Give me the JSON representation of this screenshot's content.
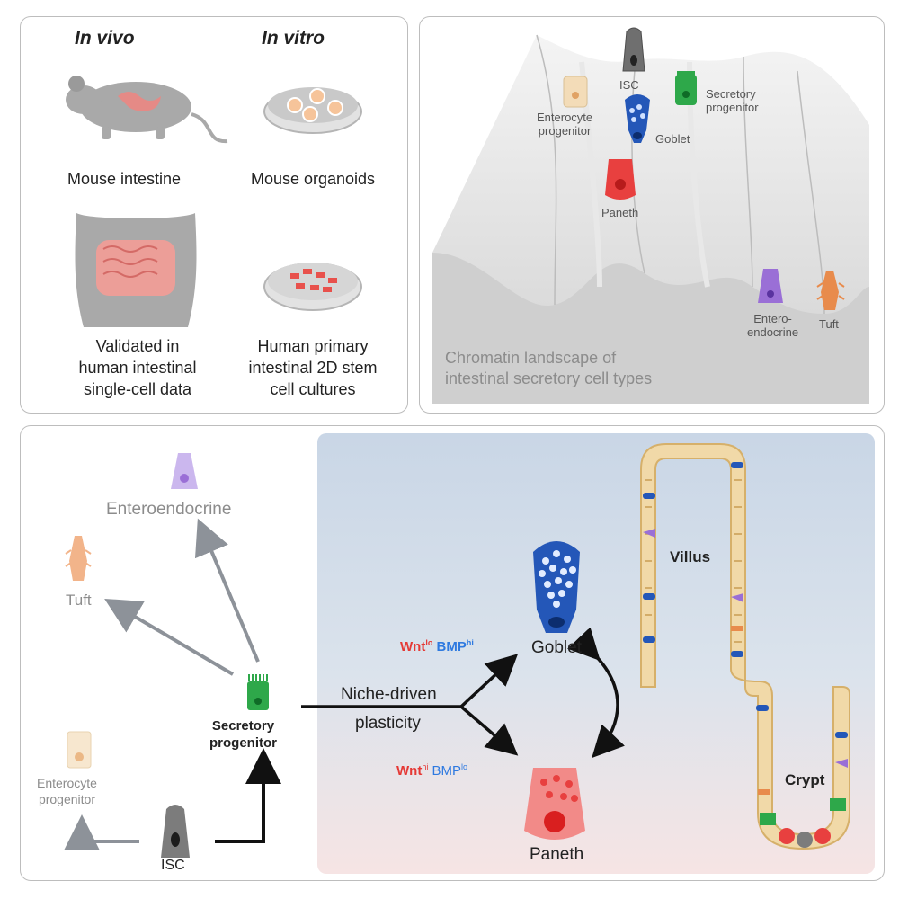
{
  "panel_top_left": {
    "header_in_vivo": "In vivo",
    "header_in_vitro": "In vitro",
    "caption_mouse_intestine": "Mouse intestine",
    "caption_mouse_organoids": "Mouse organoids",
    "caption_human_validated": [
      "Validated in",
      "human intestinal",
      "single-cell data"
    ],
    "caption_human_cultures": [
      "Human primary",
      "intestinal 2D stem",
      "cell  cultures"
    ]
  },
  "panel_top_right": {
    "label_isc": "ISC",
    "label_enterocyte_progenitor": [
      "Enterocyte",
      "progenitor"
    ],
    "label_goblet": "Goblet",
    "label_secretory_progenitor": [
      "Secretory",
      "progenitor"
    ],
    "label_paneth": "Paneth",
    "label_enteroendocrine": [
      "Entero-",
      "endocrine"
    ],
    "label_tuft": "Tuft",
    "caption": [
      "Chromatin landscape of",
      "intestinal secretory cell types"
    ]
  },
  "panel_bottom": {
    "label_enteroendocrine": "Enteroendocrine",
    "label_tuft": "Tuft",
    "label_secretory_progenitor": [
      "Secretory",
      "progenitor"
    ],
    "label_enterocyte_progenitor": [
      "Enterocyte",
      "progenitor"
    ],
    "label_isc": "ISC",
    "label_niche_driven": "Niche-driven",
    "label_plasticity": "plasticity",
    "label_goblet": "Goblet",
    "label_paneth": "Paneth",
    "wnt_lo_label": "Wnt",
    "wnt_lo_sup": "lo",
    "bmp_hi_label": "BMP",
    "bmp_hi_sup": "hi",
    "wnt_hi_label": "Wnt",
    "wnt_hi_sup": "hi",
    "bmp_lo_label": "BMP",
    "bmp_lo_sup": "lo",
    "label_villus": "Villus",
    "label_crypt": "Crypt"
  },
  "colors": {
    "isc": "#6f6f6f",
    "enterocyte": "#f3dcb8",
    "secretory": "#2ea84a",
    "goblet": "#2457b8",
    "paneth": "#e8403f",
    "enteroendocrine": "#9a6fd6",
    "tuft": "#e88b4c",
    "wnt_red": "#e53935",
    "bmp_blue": "#2f7ae0"
  }
}
